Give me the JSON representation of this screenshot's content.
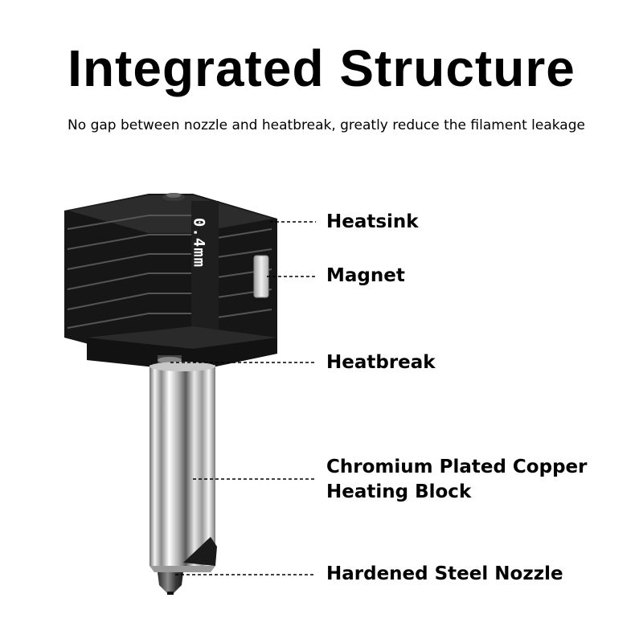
{
  "header": {
    "title": "Integrated Structure",
    "subtitle": "No gap between nozzle and heatbreak, greatly reduce the filament leakage"
  },
  "product": {
    "nozzle_size_marking": "0.4mm"
  },
  "callouts": [
    {
      "label": "Heatsink"
    },
    {
      "label": "Magnet"
    },
    {
      "label": "Heatbreak"
    },
    {
      "label": "Chromium Plated Copper",
      "label2": "Heating Block"
    },
    {
      "label": "Hardened Steel Nozzle"
    }
  ]
}
